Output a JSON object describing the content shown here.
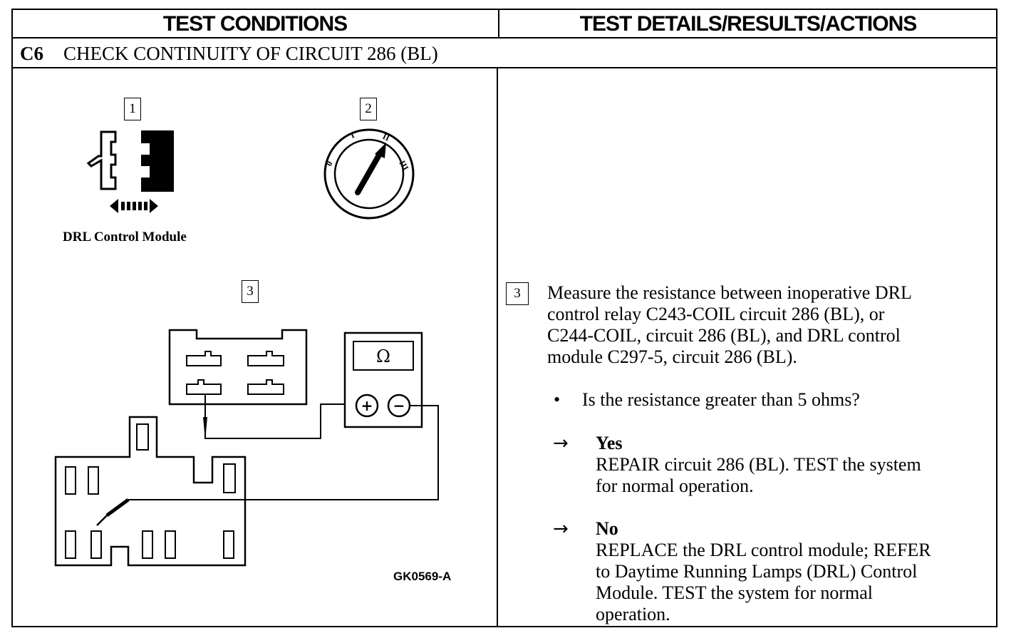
{
  "header": {
    "left": "TEST CONDITIONS",
    "right": "TEST DETAILS/RESULTS/ACTIONS"
  },
  "step": {
    "code": "C6",
    "title": "CHECK CONTINUITY OF CIRCUIT 286 (BL)"
  },
  "figure": {
    "callout_1": "1",
    "callout_2": "2",
    "callout_3": "3",
    "module_caption": "DRL Control Module",
    "ohm_symbol": "Ω",
    "plus_symbol": "+",
    "minus_symbol": "−",
    "ignition_labels": [
      "0",
      "I",
      "II",
      "III"
    ],
    "figure_id": "GK0569-A"
  },
  "details": {
    "callout": "3",
    "instruction_lines": [
      "Measure the resistance between inoperative DRL",
      "control relay C243-COIL circuit 286 (BL), or",
      "C244-COIL, circuit 286 (BL), and DRL control",
      "module C297-5, circuit 286 (BL)."
    ],
    "bullet": "•",
    "question": "Is the resistance greater than 5 ohms?",
    "arrow": "→",
    "yes_label": "Yes",
    "yes_lines": [
      "REPAIR circuit 286 (BL). TEST the system",
      "for normal operation."
    ],
    "no_label": "No",
    "no_lines": [
      "REPLACE the DRL control module; REFER",
      "to Daytime Running Lamps (DRL) Control",
      "Module. TEST the system for normal",
      "operation."
    ]
  }
}
